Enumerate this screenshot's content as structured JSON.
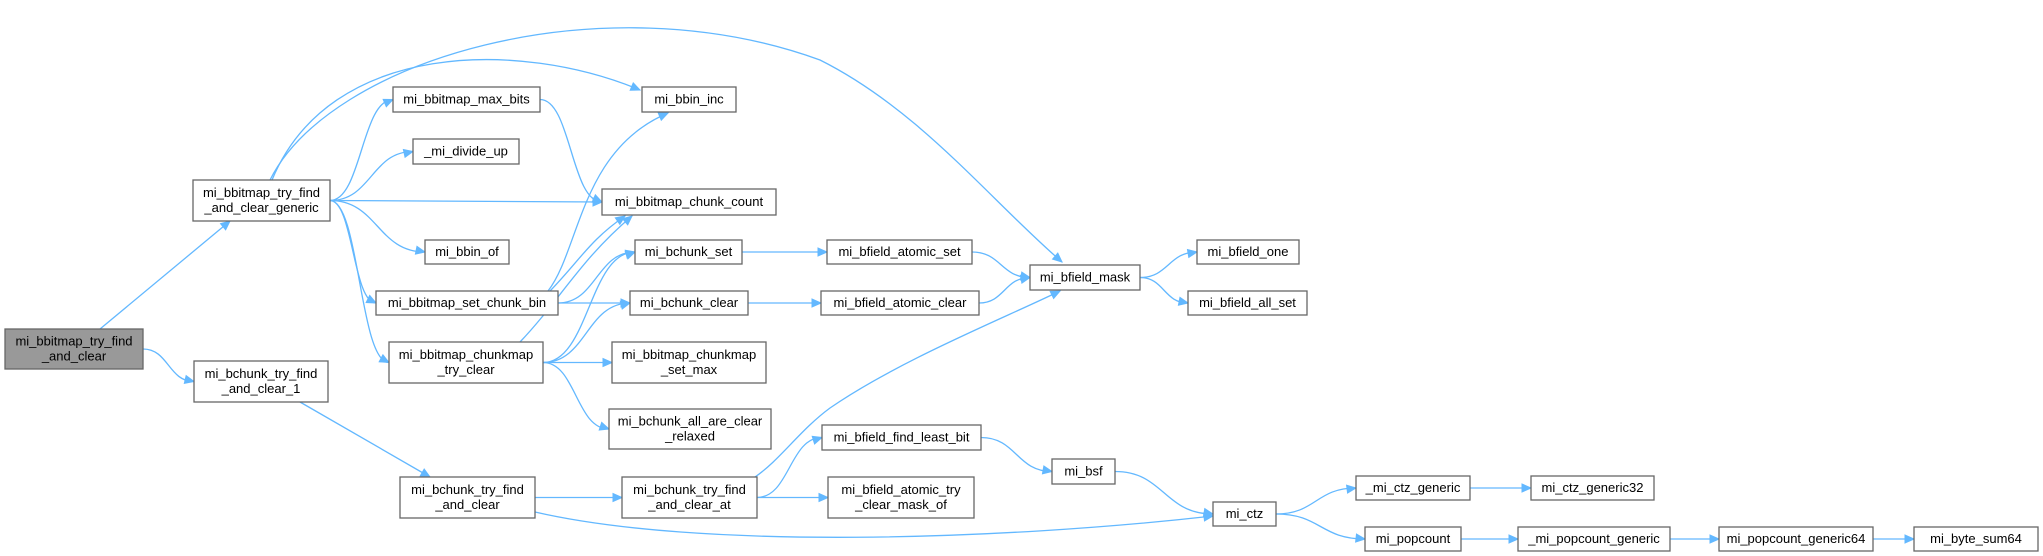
{
  "graph": {
    "colors": {
      "node_fill": "#ffffff",
      "root_fill": "#999999",
      "node_border": "#666666",
      "edge": "#63b8ff",
      "text": "#000000"
    },
    "nodes": [
      {
        "id": "root",
        "lines": [
          "mi_bbitmap_try_find",
          "_and_clear"
        ],
        "root": true
      },
      {
        "id": "tfcg",
        "lines": [
          "mi_bbitmap_try_find",
          "_and_clear_generic"
        ]
      },
      {
        "id": "bctfc1",
        "lines": [
          "mi_bchunk_try_find",
          "_and_clear_1"
        ]
      },
      {
        "id": "maxbits",
        "lines": [
          "mi_bbitmap_max_bits"
        ]
      },
      {
        "id": "divup",
        "lines": [
          "_mi_divide_up"
        ]
      },
      {
        "id": "binof",
        "lines": [
          "mi_bbin_of"
        ]
      },
      {
        "id": "setchunkbin",
        "lines": [
          "mi_bbitmap_set_chunk_bin"
        ]
      },
      {
        "id": "chunkmaptc",
        "lines": [
          "mi_bbitmap_chunkmap",
          "_try_clear"
        ]
      },
      {
        "id": "bctfc",
        "lines": [
          "mi_bchunk_try_find",
          "_and_clear"
        ]
      },
      {
        "id": "bbininc",
        "lines": [
          "mi_bbin_inc"
        ]
      },
      {
        "id": "chunkcount",
        "lines": [
          "mi_bbitmap_chunk_count"
        ]
      },
      {
        "id": "bcset",
        "lines": [
          "mi_bchunk_set"
        ]
      },
      {
        "id": "bcclear",
        "lines": [
          "mi_bchunk_clear"
        ]
      },
      {
        "id": "setmax",
        "lines": [
          "mi_bbitmap_chunkmap",
          "_set_max"
        ]
      },
      {
        "id": "allclear",
        "lines": [
          "mi_bchunk_all_are_clear",
          "_relaxed"
        ]
      },
      {
        "id": "bctfca",
        "lines": [
          "mi_bchunk_try_find",
          "_and_clear_at"
        ]
      },
      {
        "id": "atomicset",
        "lines": [
          "mi_bfield_atomic_set"
        ]
      },
      {
        "id": "atomicclear",
        "lines": [
          "mi_bfield_atomic_clear"
        ]
      },
      {
        "id": "leastbit",
        "lines": [
          "mi_bfield_find_least_bit"
        ]
      },
      {
        "id": "trymask",
        "lines": [
          "mi_bfield_atomic_try",
          "_clear_mask_of"
        ]
      },
      {
        "id": "mask",
        "lines": [
          "mi_bfield_mask"
        ]
      },
      {
        "id": "one",
        "lines": [
          "mi_bfield_one"
        ]
      },
      {
        "id": "allset",
        "lines": [
          "mi_bfield_all_set"
        ]
      },
      {
        "id": "bsf",
        "lines": [
          "mi_bsf"
        ]
      },
      {
        "id": "ctz",
        "lines": [
          "mi_ctz"
        ]
      },
      {
        "id": "ctzg",
        "lines": [
          "_mi_ctz_generic"
        ]
      },
      {
        "id": "ctzg32",
        "lines": [
          "mi_ctz_generic32"
        ]
      },
      {
        "id": "popcount",
        "lines": [
          "mi_popcount"
        ]
      },
      {
        "id": "popg",
        "lines": [
          "_mi_popcount_generic"
        ]
      },
      {
        "id": "popg64",
        "lines": [
          "mi_popcount_generic64"
        ]
      },
      {
        "id": "bytesum",
        "lines": [
          "mi_byte_sum64"
        ]
      }
    ],
    "edges": [
      [
        "root",
        "tfcg"
      ],
      [
        "root",
        "bctfc1"
      ],
      [
        "tfcg",
        "maxbits"
      ],
      [
        "tfcg",
        "divup"
      ],
      [
        "tfcg",
        "binof"
      ],
      [
        "tfcg",
        "setchunkbin"
      ],
      [
        "tfcg",
        "chunkmaptc"
      ],
      [
        "tfcg",
        "chunkcount"
      ],
      [
        "tfcg",
        "bbininc"
      ],
      [
        "tfcg",
        "mask"
      ],
      [
        "maxbits",
        "chunkcount"
      ],
      [
        "setchunkbin",
        "bbininc"
      ],
      [
        "setchunkbin",
        "chunkcount"
      ],
      [
        "setchunkbin",
        "bcset"
      ],
      [
        "setchunkbin",
        "bcclear"
      ],
      [
        "chunkmaptc",
        "chunkcount"
      ],
      [
        "chunkmaptc",
        "bcset"
      ],
      [
        "chunkmaptc",
        "bcclear"
      ],
      [
        "chunkmaptc",
        "setmax"
      ],
      [
        "chunkmaptc",
        "allclear"
      ],
      [
        "bctfc1",
        "bctfc"
      ],
      [
        "bctfc",
        "bctfca"
      ],
      [
        "bctfc",
        "ctz"
      ],
      [
        "bctfca",
        "leastbit"
      ],
      [
        "bctfca",
        "trymask"
      ],
      [
        "bctfca",
        "mask"
      ],
      [
        "bcset",
        "atomicset"
      ],
      [
        "bcclear",
        "atomicclear"
      ],
      [
        "atomicset",
        "mask"
      ],
      [
        "atomicclear",
        "mask"
      ],
      [
        "mask",
        "one"
      ],
      [
        "mask",
        "allset"
      ],
      [
        "leastbit",
        "bsf"
      ],
      [
        "bsf",
        "ctz"
      ],
      [
        "ctz",
        "ctzg"
      ],
      [
        "ctz",
        "popcount"
      ],
      [
        "ctzg",
        "ctzg32"
      ],
      [
        "popcount",
        "popg"
      ],
      [
        "popg",
        "popg64"
      ],
      [
        "popg64",
        "bytesum"
      ]
    ]
  }
}
